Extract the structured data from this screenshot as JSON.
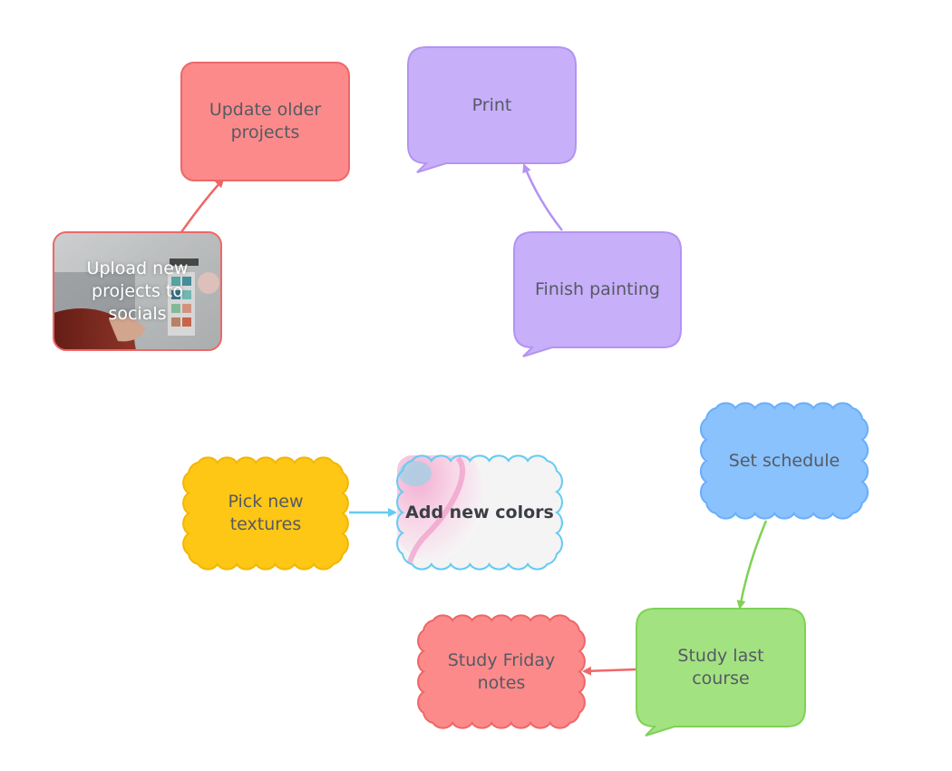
{
  "colors": {
    "red_fill": "#fc8a8a",
    "red_stroke": "#ee6767",
    "purple_fill": "#c8affa",
    "purple_stroke": "#b493f2",
    "yellow_fill": "#fec615",
    "yellow_stroke": "#f2b705",
    "blue_fill": "#89c2fd",
    "blue_stroke": "#6aaefb",
    "green_fill": "#a3e281",
    "green_stroke": "#7fd255",
    "light_blue_stroke": "#66cbf2"
  },
  "nodes": {
    "update_older": "Update older projects",
    "upload_new": "Upload new projects to socials",
    "print": "Print",
    "finish_painting": "Finish painting",
    "pick_textures": "Pick new textures",
    "add_colors": "Add new colors",
    "set_schedule": "Set schedule",
    "study_last": "Study last course",
    "study_friday": "Study Friday notes"
  }
}
